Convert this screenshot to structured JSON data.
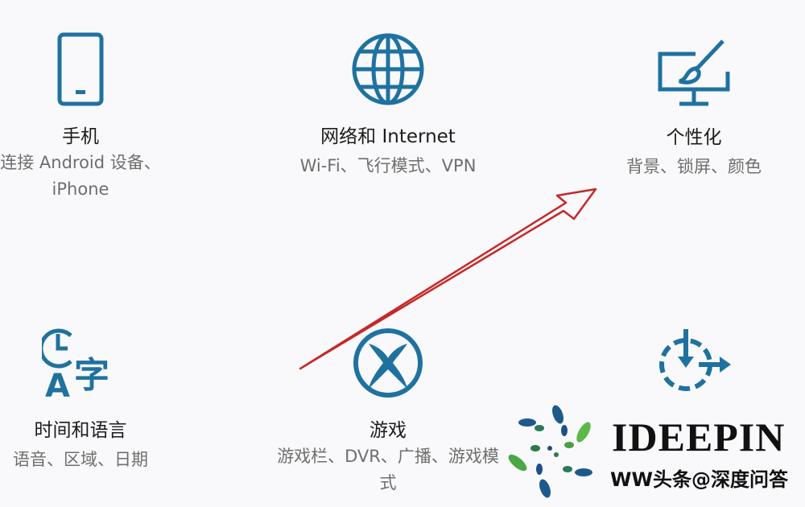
{
  "accent_color": "#1f72a0",
  "tiles": [
    {
      "icon": "phone-icon",
      "title": "手机",
      "subtitle": "连接 Android 设备、iPhone"
    },
    {
      "icon": "globe-icon",
      "title": "网络和 Internet",
      "subtitle": "Wi-Fi、飞行模式、VPN"
    },
    {
      "icon": "personalization-icon",
      "title": "个性化",
      "subtitle": "背景、锁屏、颜色"
    },
    {
      "icon": "time-language-icon",
      "title": "时间和语言",
      "subtitle": "语音、区域、日期"
    },
    {
      "icon": "xbox-icon",
      "title": "游戏",
      "subtitle": "游戏栏、DVR、广播、游戏模式"
    },
    {
      "icon": "ease-of-access-icon",
      "title": "",
      "subtitle": ""
    }
  ],
  "annotation": {
    "arrow_color": "#c62828"
  },
  "watermark": {
    "brand": "IDEEPIN",
    "text": "WW头条@深度问答"
  }
}
